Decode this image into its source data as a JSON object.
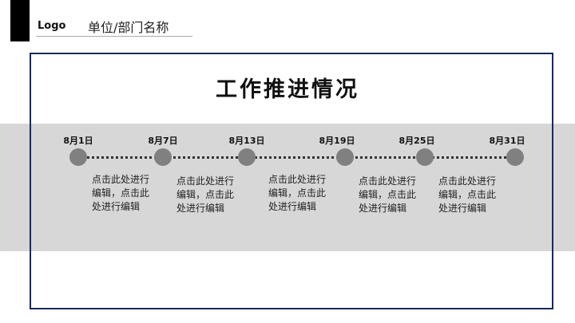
{
  "header": {
    "logo": "Logo",
    "unit": "单位/部门名称"
  },
  "title": "工作推进情况",
  "timeline": [
    {
      "date": "8月1日",
      "text": "点击此处进行编辑，点击此处进行编辑"
    },
    {
      "date": "8月7日",
      "text": "点击此处进行编辑，点击此处进行编辑"
    },
    {
      "date": "8月13日",
      "text": "点击此处进行编辑，点击此处进行编辑"
    },
    {
      "date": "8月19日",
      "text": "点击此处进行编辑，点击此处进行编辑"
    },
    {
      "date": "8月25日",
      "text": "点击此处进行编辑，点击此处进行编辑"
    },
    {
      "date": "8月31日"
    }
  ]
}
